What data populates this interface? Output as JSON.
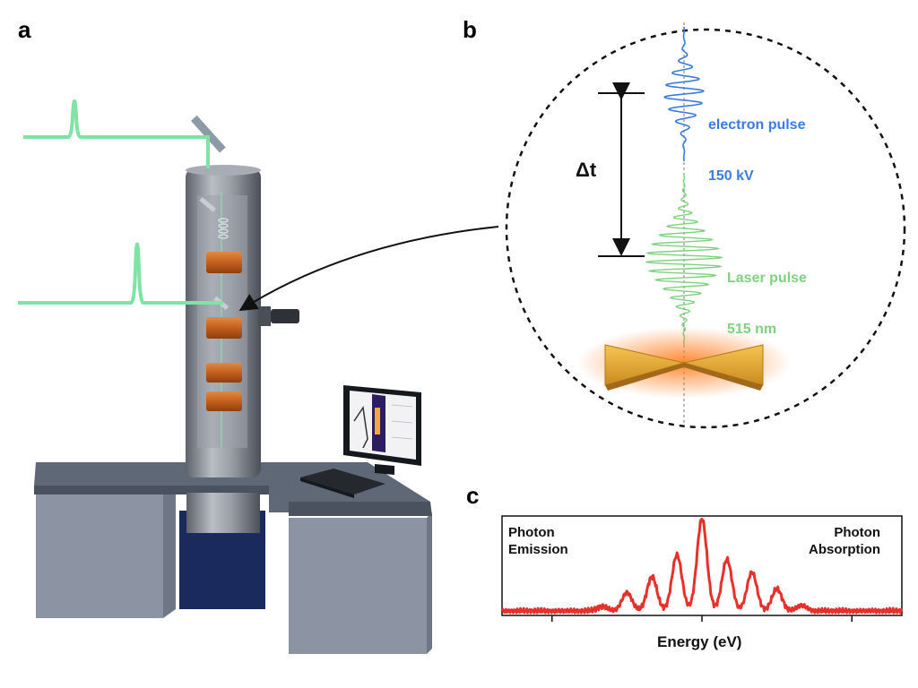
{
  "panels": {
    "a": "a",
    "b": "b",
    "c": "c"
  },
  "panel_b": {
    "electron_label_line1": "electron pulse",
    "electron_label_line2": "150 kV",
    "laser_label_line1": "Laser pulse",
    "laser_label_line2": "515 nm",
    "delay_label": "Δt"
  },
  "colors": {
    "electron": "#3a7be0",
    "laser": "#7ed27e",
    "spectrum": "#e8302a",
    "column": "#8e939c",
    "coil": "#c8621e",
    "table": "#5f6877",
    "stand": "#8c94a3",
    "base": "#1b2a5c"
  },
  "chart_data": {
    "type": "line",
    "xlabel": "Energy (eV)",
    "ylabel": "",
    "annotations": [
      "Photon\nEmission",
      "Photon\nAbsorption"
    ],
    "series": [
      {
        "name": "",
        "peaks": [
          {
            "energy": -4,
            "height": 0.05
          },
          {
            "energy": -3,
            "height": 0.2
          },
          {
            "energy": -2,
            "height": 0.37
          },
          {
            "energy": -1,
            "height": 0.61
          },
          {
            "energy": 0,
            "height": 1.0
          },
          {
            "energy": 1,
            "height": 0.56
          },
          {
            "energy": 2,
            "height": 0.42
          },
          {
            "energy": 3,
            "height": 0.24
          },
          {
            "energy": 4,
            "height": 0.06
          }
        ]
      }
    ],
    "grid": false,
    "legend": "none"
  }
}
